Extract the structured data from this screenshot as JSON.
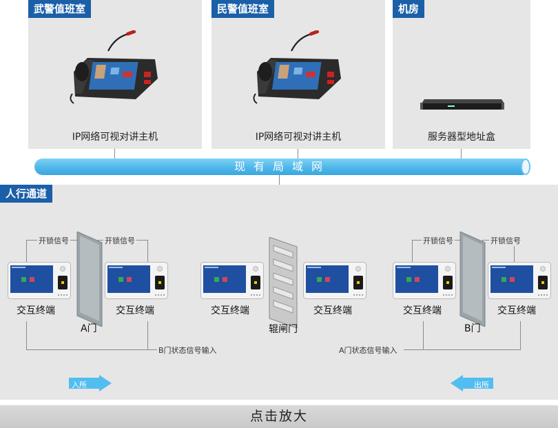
{
  "panels": [
    {
      "tag": "武警值班室",
      "label": "IP网络可视对讲主机"
    },
    {
      "tag": "民警值班室",
      "label": "IP网络可视对讲主机"
    },
    {
      "tag": "机房",
      "label": "服务器型地址盒"
    }
  ],
  "network": {
    "label": "现有局域网"
  },
  "section": {
    "tag": "人行通道"
  },
  "signals": {
    "unlock": "开锁信号",
    "b_door_input": "B门状态信号输入",
    "a_door_input": "A门状态信号输入"
  },
  "terminal_label": "交互终端",
  "doors": {
    "a": "A门",
    "gate": "辊闸门",
    "b": "B门"
  },
  "arrows": {
    "enter": "入所",
    "exit": "出所"
  },
  "footer": {
    "label": "点击放大"
  },
  "colors": {
    "accent": "#1b5fa8",
    "network": "#4fb7ea"
  }
}
